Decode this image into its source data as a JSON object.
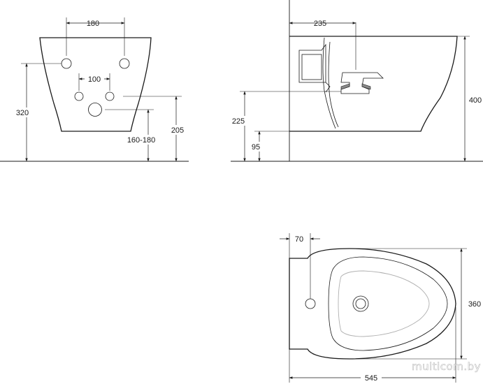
{
  "front_view": {
    "hole_spacing_top": "180",
    "hole_spacing_mid": "100",
    "height_top_holes": "320",
    "height_drain": "205",
    "drain_range": "160-180"
  },
  "side_view": {
    "depth_inlet": "235",
    "height_total": "400",
    "height_outlet": "225",
    "height_low": "95"
  },
  "top_view": {
    "tap_offset": "70",
    "width": "360",
    "length": "545"
  },
  "watermark": "multicom.by"
}
